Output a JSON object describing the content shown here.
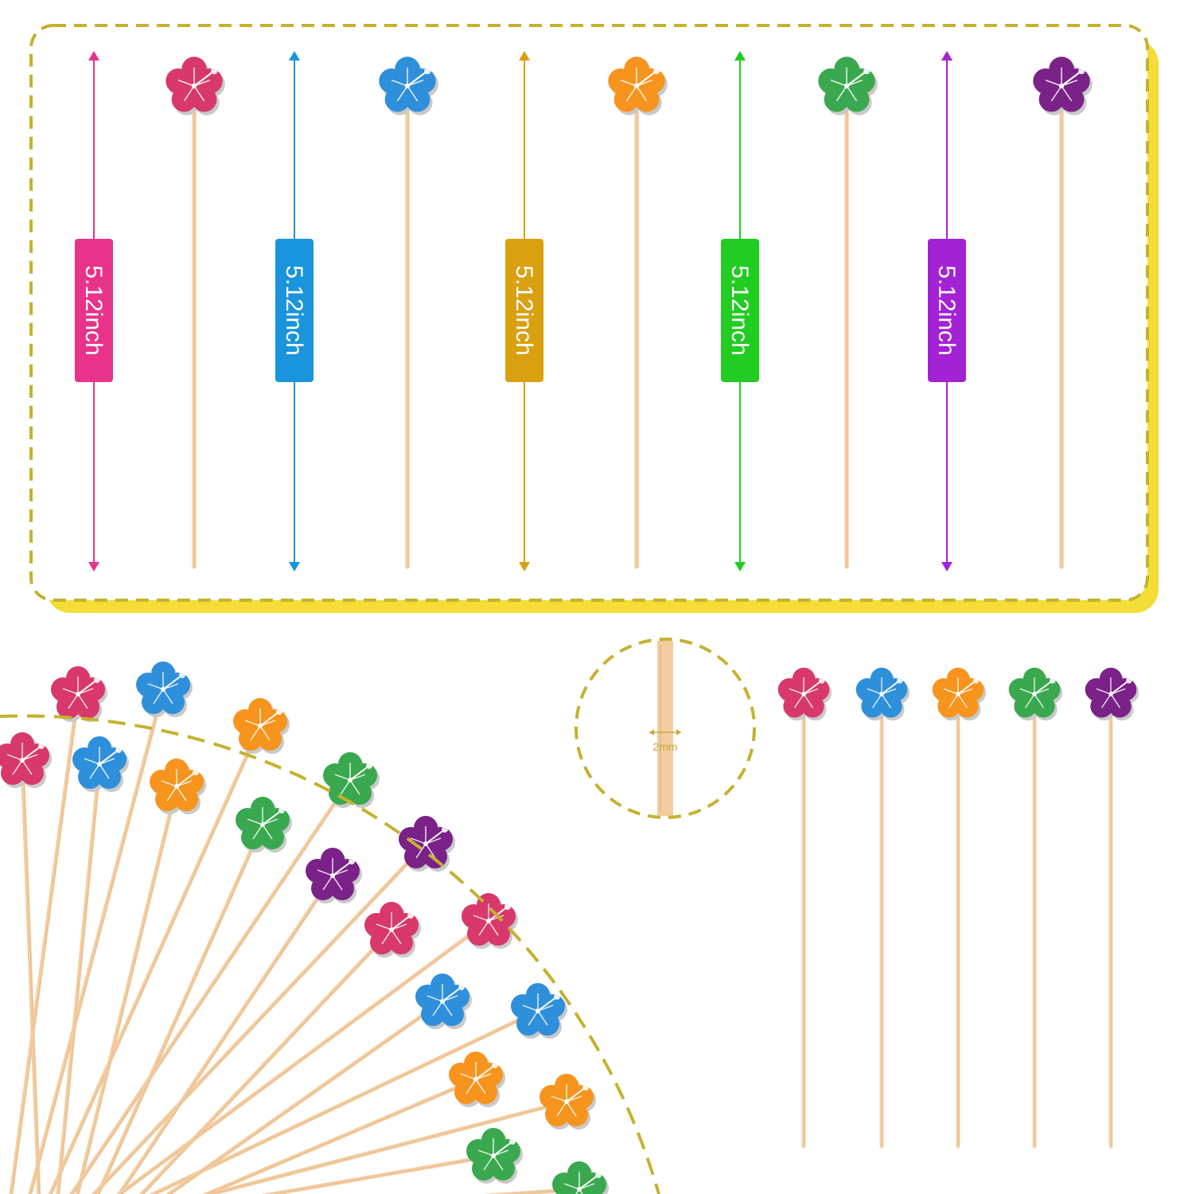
{
  "dimension_labels": [
    {
      "text": "5.12inch",
      "color": "#e8338a"
    },
    {
      "text": "5.12inch",
      "color": "#1a94dc"
    },
    {
      "text": "5.12inch",
      "color": "#d9a010"
    },
    {
      "text": "5.12inch",
      "color": "#22cc22"
    },
    {
      "text": "5.12inch",
      "color": "#a322d6"
    }
  ],
  "diameter_label": {
    "text": "2mm",
    "color": "#c9a83a"
  },
  "flower_colors": {
    "pink": "#d8386a",
    "blue": "#2e8fdb",
    "orange": "#f7941d",
    "green": "#3aa84e",
    "purple": "#7a2287"
  },
  "frame_color": "#c4b230",
  "frame_shadow_color": "#f3dd36",
  "stick_color": "#f2cda0"
}
